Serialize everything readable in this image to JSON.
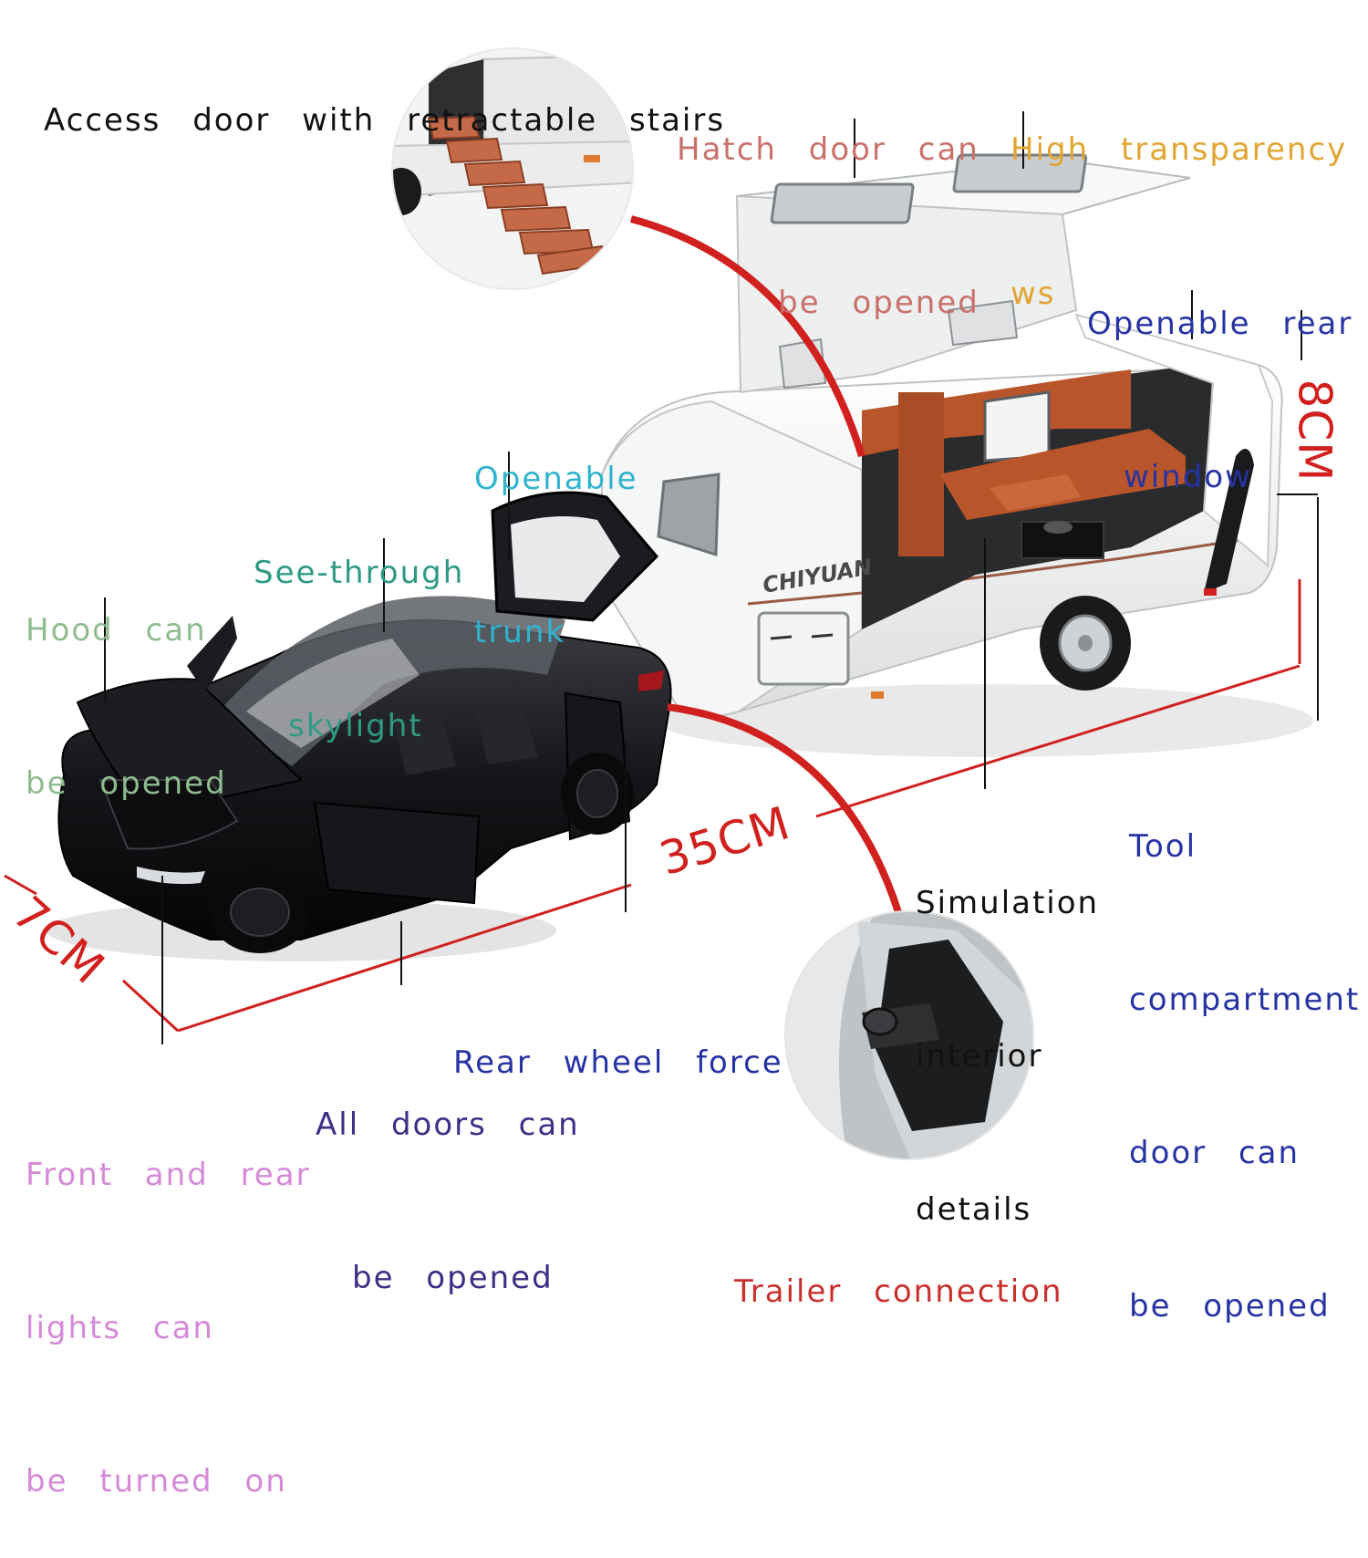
{
  "colors": {
    "black_text": "#111111",
    "salmon": "#c9706a",
    "orange": "#e1a532",
    "blue": "#2633a3",
    "cyan": "#2fb3cf",
    "teal": "#2f9a84",
    "sage": "#8fbc8f",
    "purple": "#3b2f86",
    "pink": "#d58ad8",
    "dimension_red": "#d0211f",
    "interior_orange": "#b9552a",
    "trailer_white": "#f1f2f2",
    "car_black": "#141518"
  },
  "labels": {
    "access_door": [
      "Access door with retractable stairs"
    ],
    "hatch_door": [
      "Hatch door can",
      "be opened"
    ],
    "high_transparency": [
      "High transparency",
      "ws"
    ],
    "openable_rear_window": [
      "Openable rear",
      "window"
    ],
    "openable_trunk": [
      "Openable",
      "trunk"
    ],
    "see_through_skylight": [
      "See-through",
      "skylight"
    ],
    "hood": [
      "Hood can",
      "be opened"
    ],
    "simulation_interior": [
      "Simulation",
      "interior",
      "details"
    ],
    "tool_compartment": [
      "Tool",
      "compartment",
      "door can",
      "be opened"
    ],
    "rear_wheel": [
      "Rear wheel force"
    ],
    "all_doors": [
      "All doors can",
      "be opened"
    ],
    "front_rear_lights": [
      "Front and rear",
      "lights can",
      "be turned on"
    ],
    "trailer_connection": [
      "Trailer connection"
    ]
  },
  "dimensions": {
    "length": "35CM",
    "height": "8CM",
    "width": "7CM"
  },
  "logo_text": "CHIYUAN",
  "icons": {
    "stairs_inset": "retractable-stairs-detail",
    "hitch_inset": "trailer-hitch-detail",
    "car": "black-suv-model",
    "trailer": "white-caravan-trailer-model"
  }
}
